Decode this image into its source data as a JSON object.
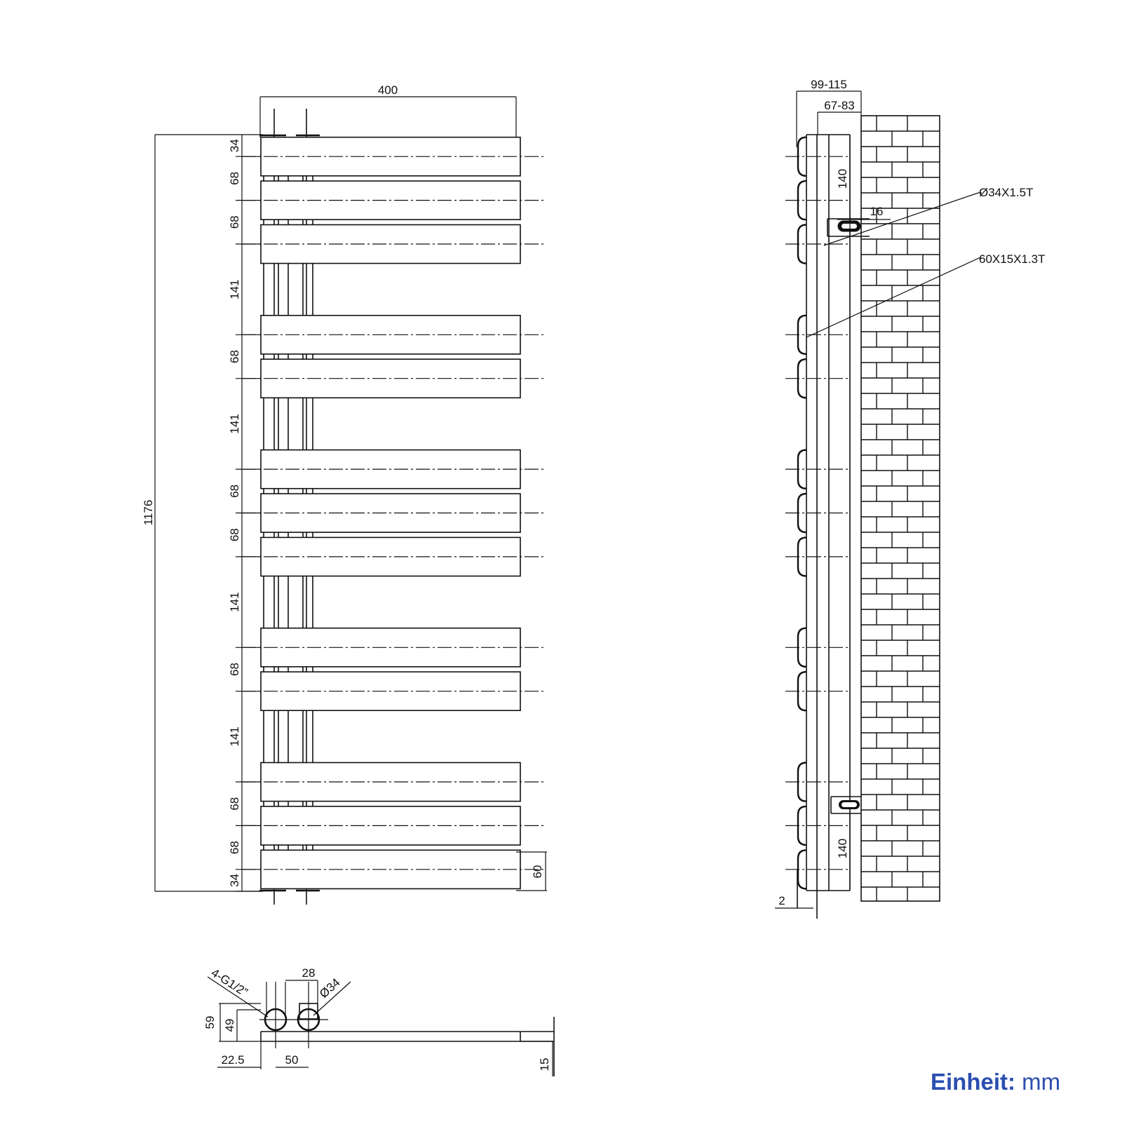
{
  "front_view": {
    "width_label": "400",
    "height_label": "1176",
    "bar_thickness_label": "60",
    "spacings": [
      "34",
      "68",
      "68",
      "141",
      "68",
      "141",
      "68",
      "68",
      "141",
      "68",
      "141",
      "68",
      "68",
      "34"
    ]
  },
  "side_view": {
    "depth_outer_label": "99-115",
    "depth_inner_label": "67-83",
    "bracket_top_label": "140",
    "bracket_bottom_label": "140",
    "wall_gap_label": "16",
    "offset_label": "2",
    "pipe_spec_label": "Ø34X1.5T",
    "bar_spec_label": "60X15X1.3T"
  },
  "bottom_view": {
    "connection_label": "4-G1/2”",
    "pipe_diameter_label": "Ø34",
    "spacing_28_label": "28",
    "height_59_label": "59",
    "height_49_label": "49",
    "offset_22_5_label": "22.5",
    "center_50_label": "50",
    "thickness_15_label": "15"
  },
  "unit": {
    "word": "Einheit:",
    "value": "mm"
  }
}
